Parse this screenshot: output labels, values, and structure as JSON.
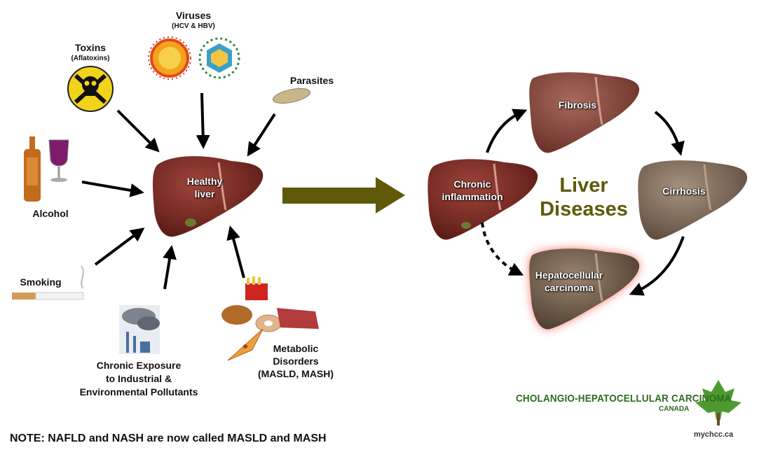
{
  "causes": {
    "toxins": {
      "title": "Toxins",
      "sub": "(Aflatoxins)"
    },
    "viruses": {
      "title": "Viruses",
      "sub": "(HCV & HBV)"
    },
    "parasites": {
      "title": "Parasites"
    },
    "alcohol": {
      "title": "Alcohol"
    },
    "smoking": {
      "title": "Smoking"
    },
    "pollutants": {
      "line1": "Chronic Exposure",
      "line2": "to Industrial &",
      "line3": "Environmental Pollutants"
    },
    "metabolic": {
      "line1": "Metabolic",
      "line2": "Disorders",
      "line3": "(MASLD, MASH)"
    }
  },
  "livers": {
    "healthy": {
      "line1": "Healthy",
      "line2": "liver"
    },
    "chronic": {
      "line1": "Chronic",
      "line2": "inflammation"
    },
    "fibrosis": {
      "line1": "Fibrosis"
    },
    "cirrhosis": {
      "line1": "Cirrhosis"
    },
    "hcc": {
      "line1": "Hepatocellular",
      "line2": "carcinoma"
    }
  },
  "diseases_title": {
    "line1": "Liver",
    "line2": "Diseases"
  },
  "note": "NOTE: NAFLD and NASH are now called MASLD and MASH",
  "brand": {
    "name": "CHOLANGIO-HEPATOCELLULAR CARCINOMA",
    "country": "CANADA",
    "url": "mychcc.ca"
  },
  "colors": {
    "healthy_liver": "#7a2a22",
    "fibrosis_liver": "#8c4a3e",
    "cirrhosis_liver": "#8a7563",
    "hcc_liver": "#7a6552",
    "big_arrow": "#5e5a0a",
    "brand_green": "#2f6b22"
  }
}
